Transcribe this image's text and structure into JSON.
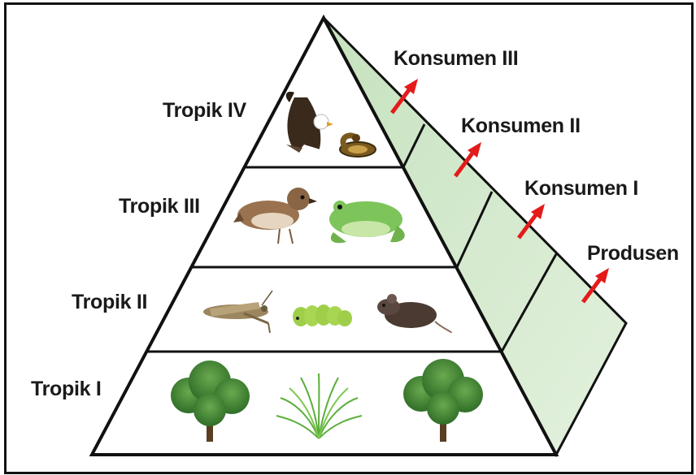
{
  "levels": [
    {
      "label": "Tropik IV"
    },
    {
      "label": "Tropik III"
    },
    {
      "label": "Tropik II"
    },
    {
      "label": "Tropik I"
    }
  ],
  "roles": [
    {
      "label": "Konsumen III"
    },
    {
      "label": "Konsumen II"
    },
    {
      "label": "Konsumen I"
    },
    {
      "label": "Produsen"
    }
  ],
  "icons": {
    "tropik_iv": [
      "eagle-icon",
      "snake-icon"
    ],
    "tropik_iii": [
      "sparrow-icon",
      "frog-icon"
    ],
    "tropik_ii": [
      "grasshopper-icon",
      "caterpillar-icon",
      "rat-icon"
    ],
    "tropik_i": [
      "tree-icon",
      "grass-icon",
      "tree-icon"
    ]
  },
  "colors": {
    "side_face": "#d9ecd3",
    "arrow": "#e31b1b",
    "outline": "#111111",
    "foliage": "#3f8a35",
    "frog": "#7dc45a"
  }
}
